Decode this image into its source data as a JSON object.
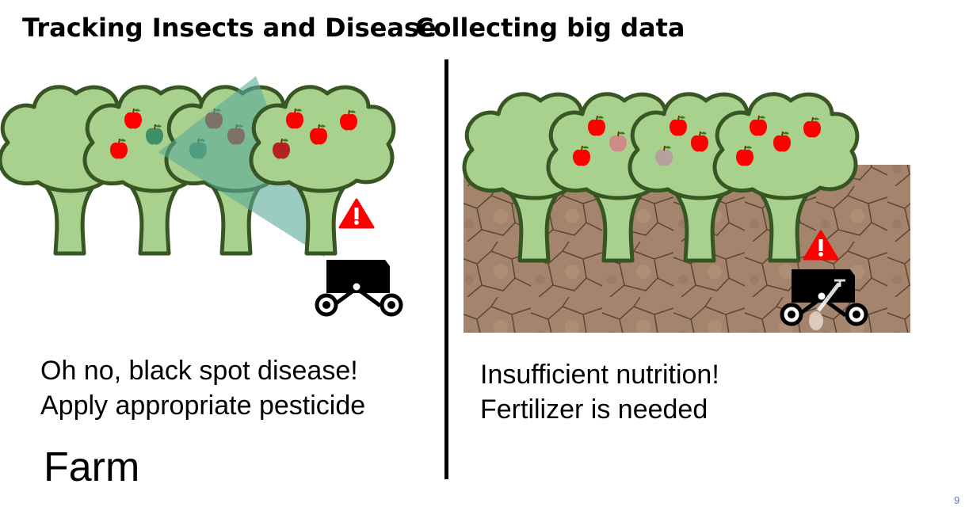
{
  "left": {
    "heading": "Tracking Insects and Disease",
    "alert_line1": "Oh no, black spot disease!",
    "alert_line2": "Apply appropriate pesticide",
    "label": "Farm"
  },
  "right": {
    "heading": "Collecting big data",
    "alert_line1": "Insufficient nutrition!",
    "alert_line2": "Fertilizer is needed"
  },
  "page_number": "9",
  "colors": {
    "foliage": "#a9d18e",
    "outline": "#375623",
    "apple": "#ff0000",
    "diseased_apple": "#b22222",
    "scan_beam": "#5aa897",
    "warning": "#ff0000",
    "soil": "#a0826a"
  },
  "icons": [
    "apple-tree-icon",
    "apple-icon",
    "robot-rover-icon",
    "warning-icon",
    "scan-beam",
    "soil-texture"
  ]
}
